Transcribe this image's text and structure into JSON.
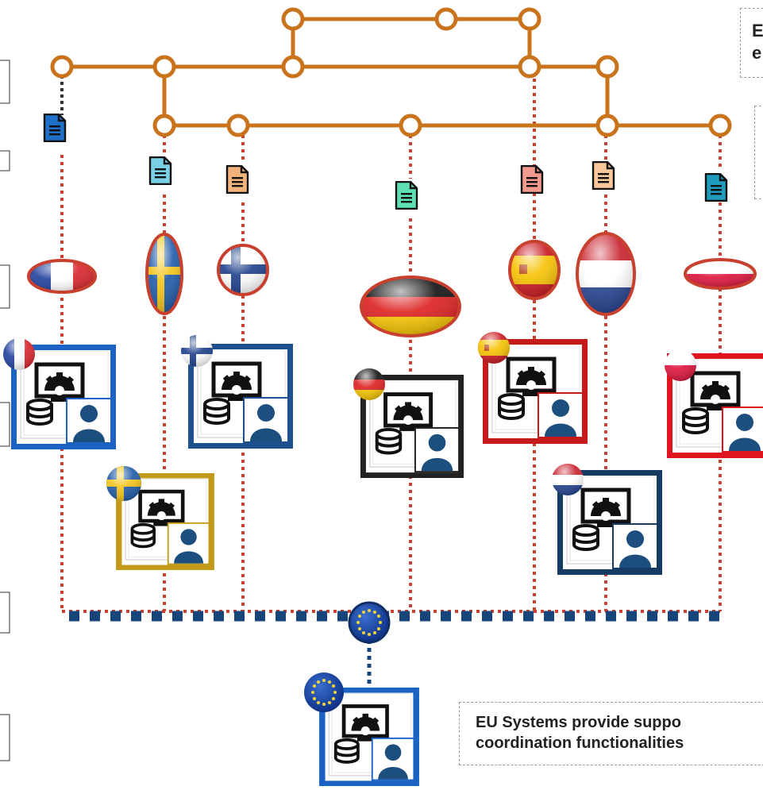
{
  "colors": {
    "backbone": "#c9741d",
    "national_link": "#c8402e",
    "eu_link": "#17447a",
    "node_fill": "#ffffff"
  },
  "notes": {
    "top_right_line1": "E",
    "top_right_line2": "e",
    "eu_systems_line1": "EU Systems provide suppo",
    "eu_systems_line2": "coordination  functionalities"
  },
  "countries": [
    {
      "key": "france",
      "flag": "france-flag-icon",
      "system_color": "#1a63c4",
      "document_color": "#1f6fc9"
    },
    {
      "key": "sweden",
      "flag": "sweden-flag-icon",
      "system_color": "#c49a1a",
      "document_color": "#78cfe6"
    },
    {
      "key": "finland",
      "flag": "finland-flag-icon",
      "system_color": "#1e4f8f",
      "document_color": "#f2b27c"
    },
    {
      "key": "germany",
      "flag": "germany-flag-icon",
      "system_color": "#222222",
      "document_color": "#5fe0b4"
    },
    {
      "key": "spain",
      "flag": "spain-flag-icon",
      "system_color": "#c41a1a",
      "document_color": "#f29a8e"
    },
    {
      "key": "netherlands",
      "flag": "netherlands-flag-icon",
      "system_color": "#163c66",
      "document_color": "#f7c79a"
    },
    {
      "key": "poland",
      "flag": "poland-flag-icon",
      "system_color": "#e0141e",
      "document_color": "#1f9bbd"
    }
  ],
  "eu": {
    "flag": "eu-flag-icon",
    "system_color": "#1a63c4"
  }
}
